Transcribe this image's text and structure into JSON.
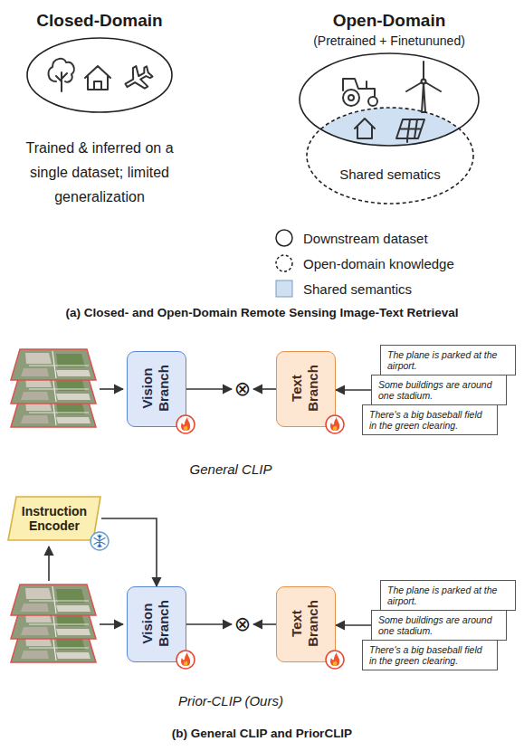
{
  "diagram": {
    "nodes": [
      {
        "text": [
          "Closed-Domain",
          "Trained & inferred on a single dataset; limited generalization"
        ]
      },
      {
        "text": [
          "Open-Domain",
          "(Pretrained + Finetununed)"
        ]
      },
      {
        "text": [
          "Shared sematics"
        ]
      },
      {
        "text": [
          "Vision Branch"
        ]
      },
      {
        "text": [
          "⊗"
        ]
      },
      {
        "text": [
          "Text Branch"
        ]
      },
      {
        "text": [
          "The plane is parked at the airport."
        ]
      },
      {
        "text": [
          "Some buildings are around one stadium."
        ]
      },
      {
        "text": [
          "There's a big baseball field in the green clearing."
        ]
      },
      {
        "text": [
          "Instruction Encoder"
        ]
      },
      {
        "text": [
          "Vision Branch"
        ]
      },
      {
        "text": [
          "⊗"
        ]
      },
      {
        "text": [
          "Text Branch"
        ]
      },
      {
        "text": [
          "The plane is parked at the airport."
        ]
      },
      {
        "text": [
          "Some buildings are around one stadium."
        ]
      },
      {
        "text": [
          "There's a big baseball field in the green clearing."
        ]
      }
    ],
    "edges": [
      {
        "from": 3,
        "to": 4,
        "arrow": "to"
      },
      {
        "from": 5,
        "to": 4,
        "arrow": "to"
      },
      {
        "from": 7,
        "to": 5,
        "arrow": "to"
      },
      {
        "from": 9,
        "to": 10,
        "arrow": "to"
      },
      {
        "from": 10,
        "to": 11,
        "arrow": "to"
      },
      {
        "from": 12,
        "to": 11,
        "arrow": "to"
      },
      {
        "from": 14,
        "to": 12,
        "arrow": "to"
      }
    ],
    "labels": [
      "(a) Closed- and Open-Domain Remote Sensing Image-Text Retrieval",
      "General CLIP",
      "Prior-CLIP (Ours)",
      "(b) General CLIP and PriorCLIP"
    ],
    "legend": [
      {
        "text": "Downstream dataset"
      },
      {
        "text": "Open-domain knowledge"
      },
      {
        "text": "Shared semantics",
        "color": "#cfe0f3"
      }
    ]
  }
}
